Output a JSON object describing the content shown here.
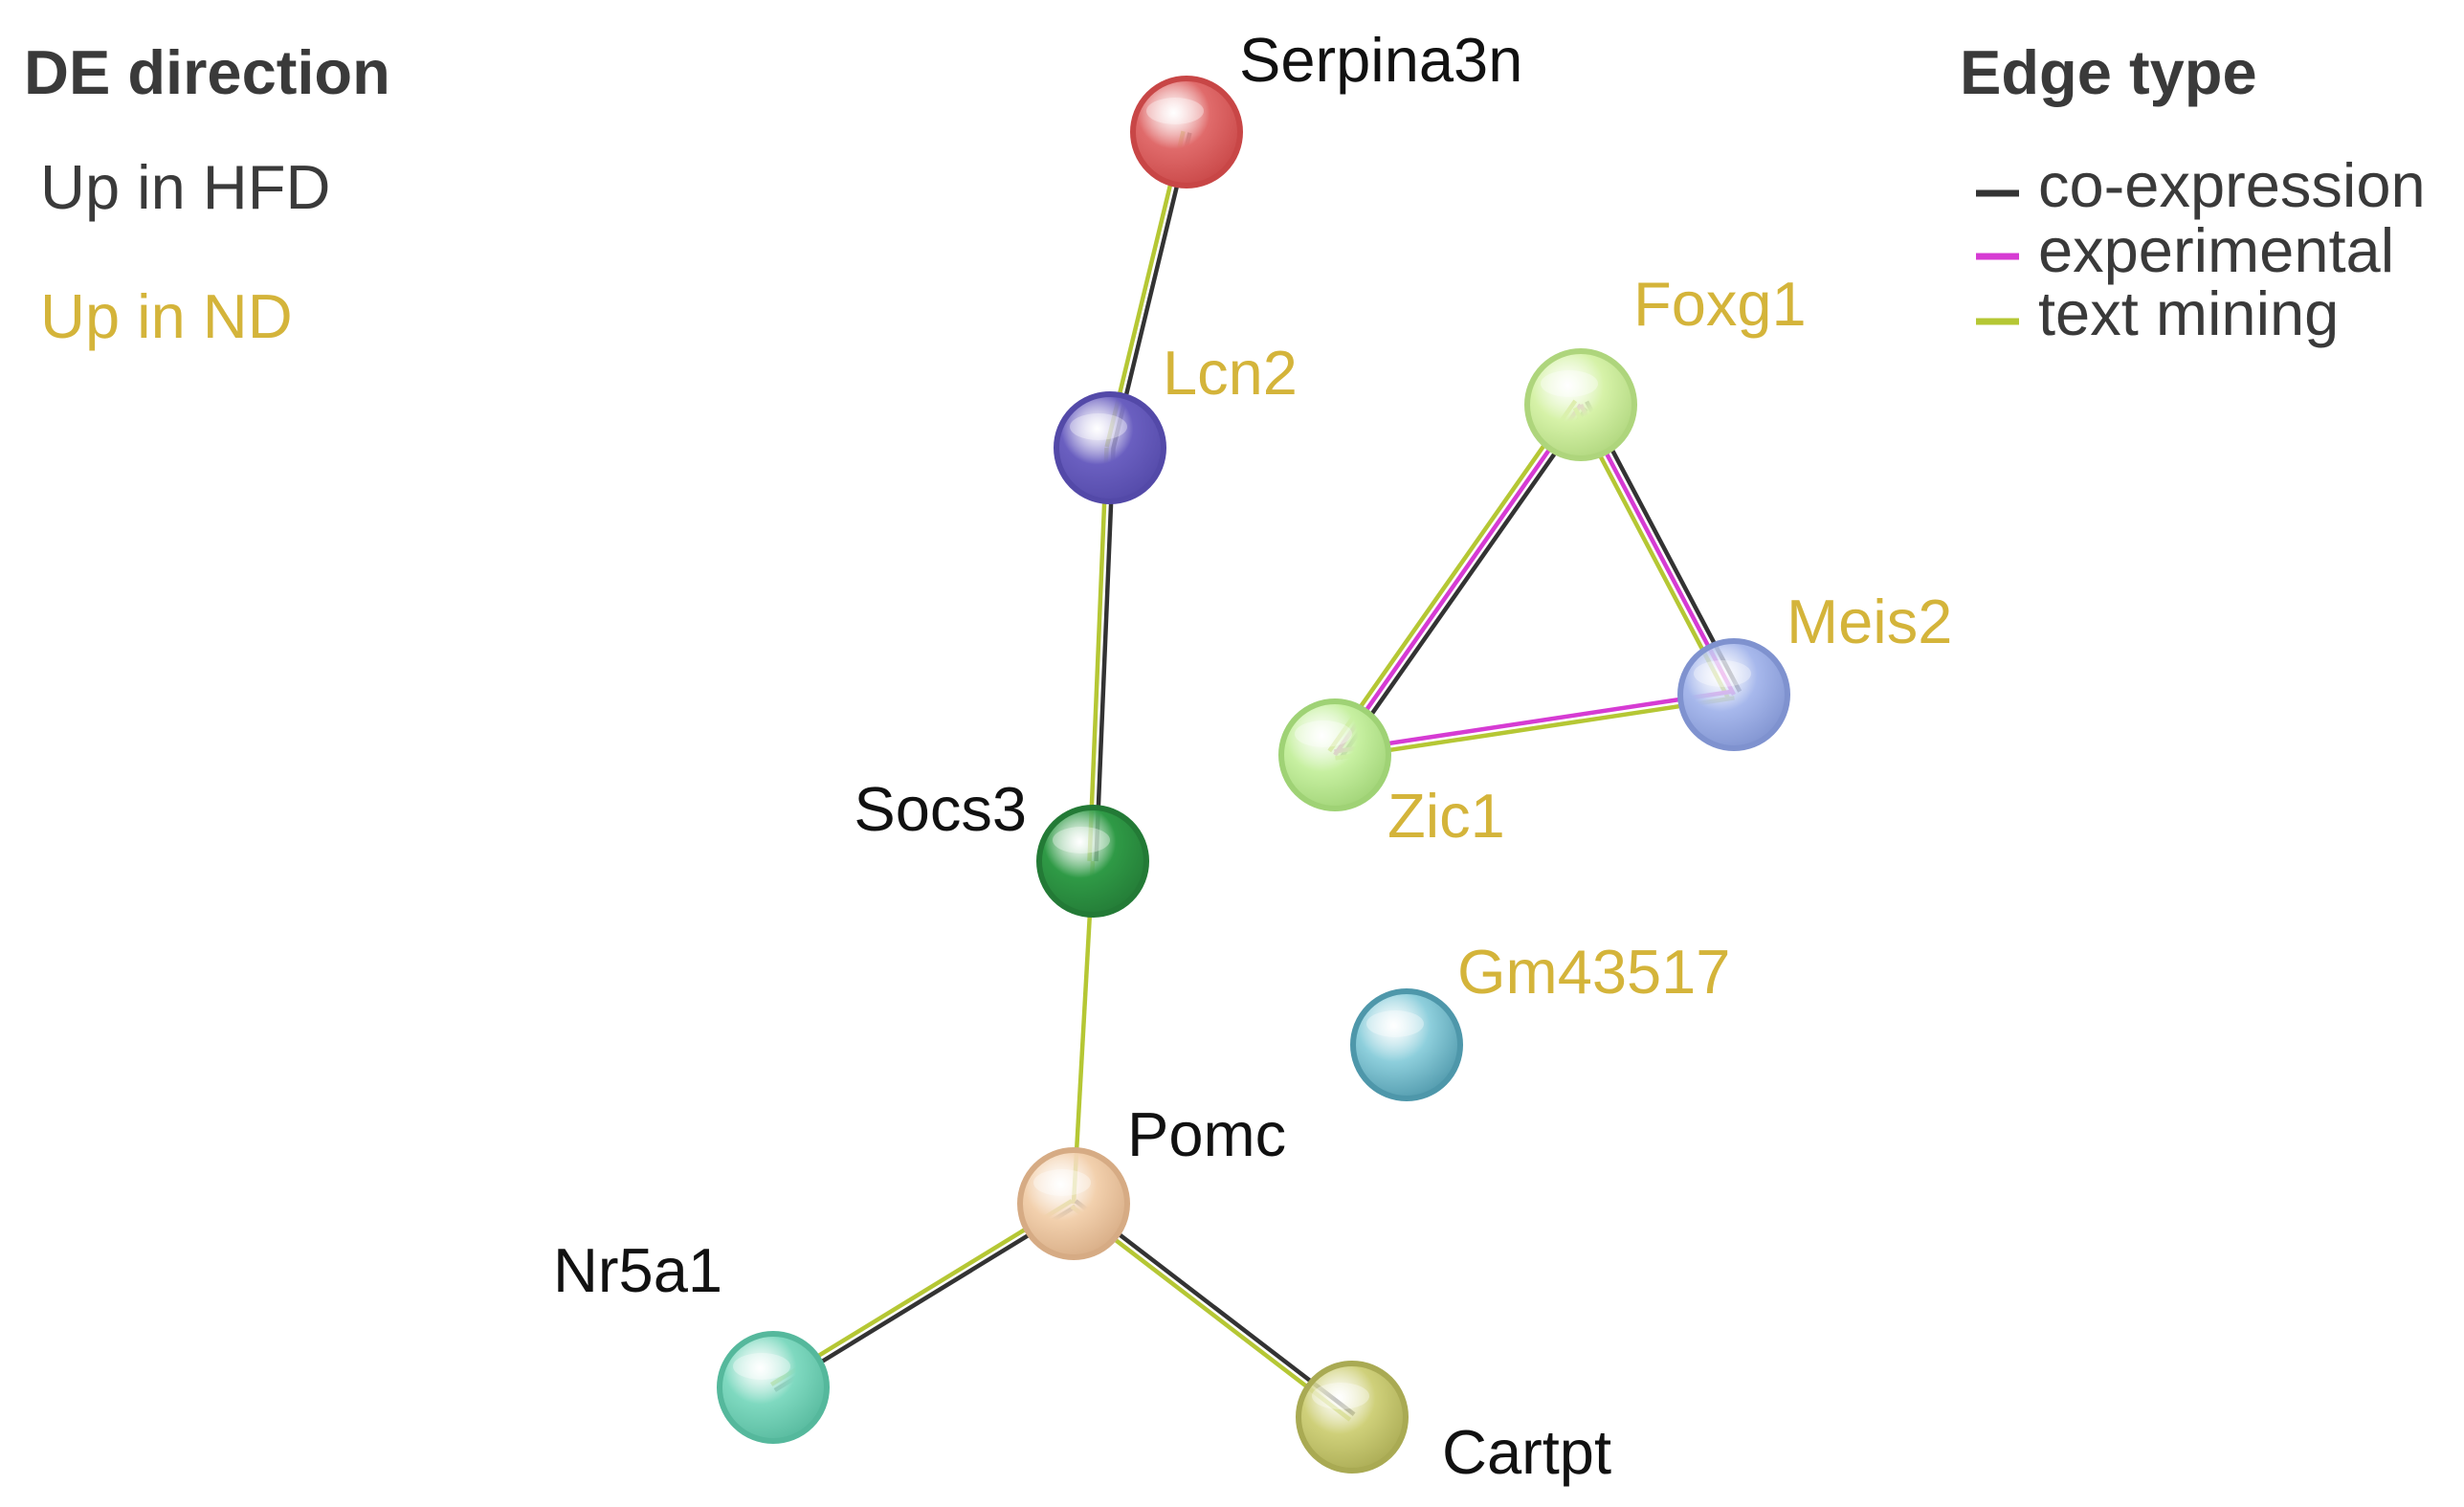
{
  "de_legend": {
    "title": "DE direction",
    "items": [
      {
        "label": "Up in HFD",
        "color": "#3a3a3a"
      },
      {
        "label": "Up in ND",
        "color": "#d4b43a"
      }
    ]
  },
  "edge_legend": {
    "title": "Edge type",
    "items": [
      {
        "label": "co-expression",
        "color": "#333333"
      },
      {
        "label": "experimental",
        "color": "#d63bd3"
      },
      {
        "label": "text mining",
        "color": "#b5c734"
      }
    ]
  },
  "nodes": [
    {
      "id": "Serpina3n",
      "label": "Serpina3n",
      "group": "up_hfd",
      "fill": "#e06b6b",
      "stroke": "#c84646"
    },
    {
      "id": "Lcn2",
      "label": "Lcn2",
      "group": "up_nd",
      "fill": "#6a5fc0",
      "stroke": "#5349a8"
    },
    {
      "id": "Socs3",
      "label": "Socs3",
      "group": "up_hfd",
      "fill": "#2f9a46",
      "stroke": "#237a36"
    },
    {
      "id": "Pomc",
      "label": "Pomc",
      "group": "up_hfd",
      "fill": "#f2d0ad",
      "stroke": "#d6ab84"
    },
    {
      "id": "Nr5a1",
      "label": "Nr5a1",
      "group": "up_hfd",
      "fill": "#7fd9c0",
      "stroke": "#55b89c"
    },
    {
      "id": "Cartpt",
      "label": "Cartpt",
      "group": "up_hfd",
      "fill": "#cfd07a",
      "stroke": "#a9aa53"
    },
    {
      "id": "Foxg1",
      "label": "Foxg1",
      "group": "up_nd",
      "fill": "#d6f2a8",
      "stroke": "#aed57c"
    },
    {
      "id": "Meis2",
      "label": "Meis2",
      "group": "up_nd",
      "fill": "#a7b8ec",
      "stroke": "#7f92cf"
    },
    {
      "id": "Zic1",
      "label": "Zic1",
      "group": "up_nd",
      "fill": "#c7f0a1",
      "stroke": "#9fd275"
    },
    {
      "id": "Gm43517",
      "label": "Gm43517",
      "group": "up_nd",
      "fill": "#8ecfdc",
      "stroke": "#4e97aa"
    }
  ],
  "edges": [
    {
      "source": "Serpina3n",
      "target": "Lcn2",
      "types": [
        "co-expression",
        "text mining"
      ]
    },
    {
      "source": "Lcn2",
      "target": "Socs3",
      "types": [
        "co-expression",
        "text mining"
      ]
    },
    {
      "source": "Socs3",
      "target": "Pomc",
      "types": [
        "text mining"
      ]
    },
    {
      "source": "Pomc",
      "target": "Nr5a1",
      "types": [
        "co-expression",
        "text mining"
      ]
    },
    {
      "source": "Pomc",
      "target": "Cartpt",
      "types": [
        "co-expression",
        "text mining"
      ]
    },
    {
      "source": "Foxg1",
      "target": "Zic1",
      "types": [
        "co-expression",
        "experimental",
        "text mining"
      ]
    },
    {
      "source": "Foxg1",
      "target": "Meis2",
      "types": [
        "co-expression",
        "experimental",
        "text mining"
      ]
    },
    {
      "source": "Zic1",
      "target": "Meis2",
      "types": [
        "experimental",
        "text mining"
      ]
    }
  ]
}
